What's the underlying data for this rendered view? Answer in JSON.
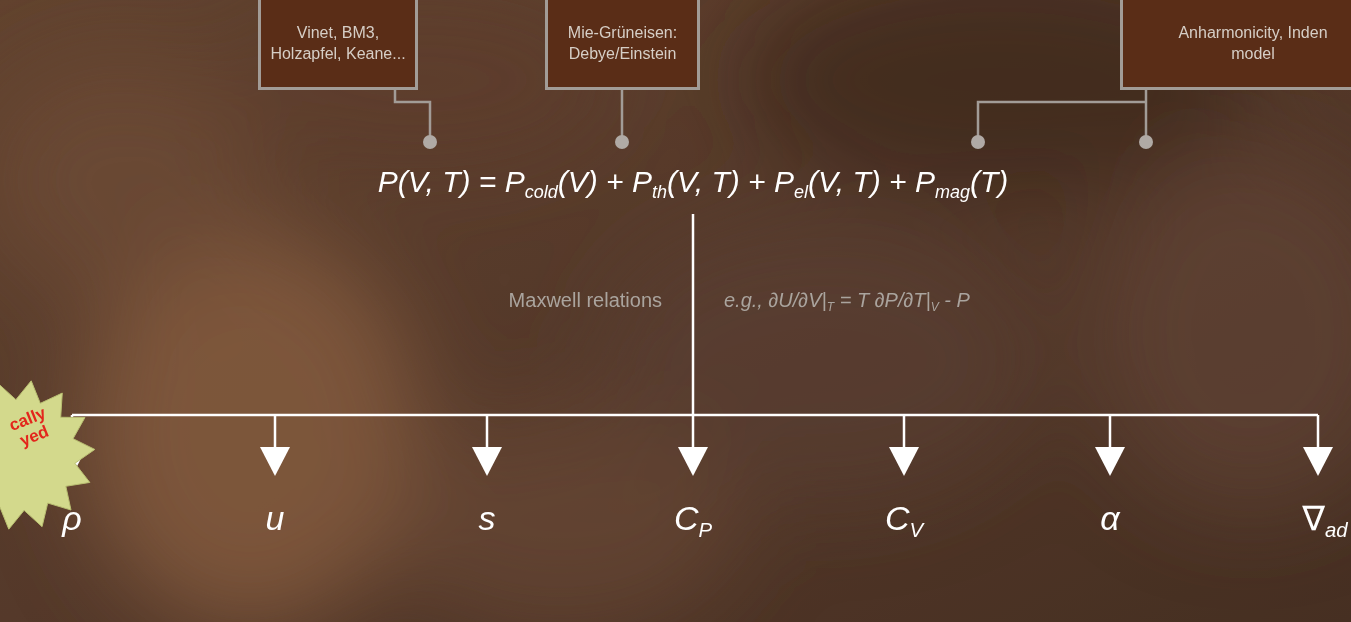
{
  "diagram": {
    "nodes": [
      {
        "text": [
          "Vinet, BM3, Holzapfel, Keane..."
        ]
      },
      {
        "text": [
          "Mie-Grüneisen: Debye/Einstein"
        ]
      },
      {
        "text": [
          "Anharmonicity, Inden model"
        ]
      },
      {
        "text": [
          "cally yed"
        ]
      }
    ],
    "labels": [
      "P(V, T) = Pcold(V) + Pth(V, T) + Pel(V, T) + Pmag(T)",
      "Maxwell relations",
      "e.g., ∂U/∂V|T = T ∂P/∂T|V - P",
      "ρ",
      "u",
      "s",
      "CP",
      "CV",
      "α",
      "∇ad"
    ]
  }
}
